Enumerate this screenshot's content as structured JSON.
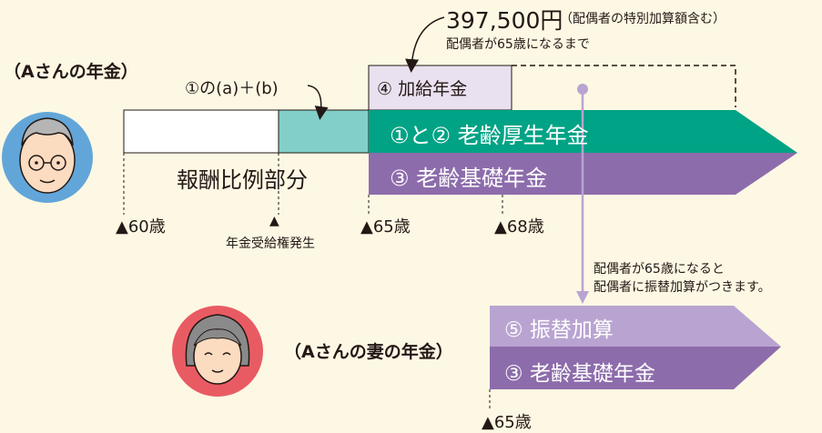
{
  "husband": {
    "title": "（Aさんの年金）",
    "formula": "①の(a)＋(b)",
    "additional_pension_label": "④ 加給年金",
    "earnings_related_label": "報酬比例部分",
    "employees_pension_label": "①と② 老齢厚生年金",
    "basic_pension_label": "③ 老齢基礎年金"
  },
  "annotation": {
    "amount": "397,500円",
    "amount_note": "（配偶者の特別加算額含む）",
    "until_note": "配偶者が65歳になるまで"
  },
  "markers": {
    "age60": "▲60歳",
    "entitlement": "年金受給権発生",
    "age65": "▲65歳",
    "age68": "▲68歳"
  },
  "transfer_note": {
    "line1": "配偶者が65歳になると",
    "line2": "配偶者に振替加算がつきます。"
  },
  "wife": {
    "title": "（Aさんの妻の年金）",
    "transfer_label": "⑤ 振替加算",
    "basic_pension_label": "③ 老齢基礎年金",
    "age65": "▲65歳"
  },
  "colors": {
    "background": "#fdf8e4",
    "teal": "#00a385",
    "light_teal": "#82cfc9",
    "purple": "#8d6cab",
    "light_purple": "#b9a4d1",
    "pale_purple": "#e9e0f0",
    "husband_circle": "#62a6d9",
    "wife_circle": "#e95b63",
    "skin": "#fbdcc1"
  }
}
